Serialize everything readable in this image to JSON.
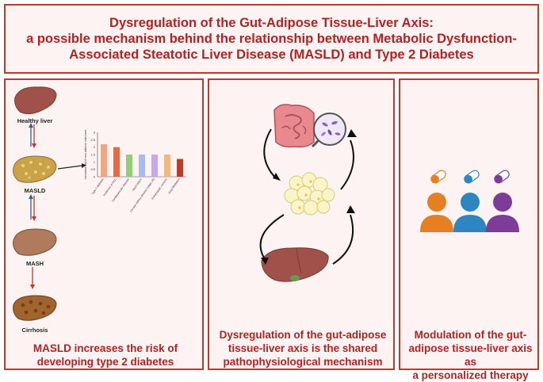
{
  "title": {
    "line1": "Dysregulation of the Gut-Adipose Tissue-Liver Axis:",
    "line2": "a possible mechanism behind the relationship between Metabolic Dysfunction-",
    "line3": "Associated Steatotic Liver Disease (MASLD) and Type 2 Diabetes"
  },
  "panel1": {
    "stages": [
      "Healthy liver",
      "MASLD",
      "MASH",
      "Cirrhosis"
    ],
    "caption_line1": "MASLD increases the risk of",
    "caption_line2": "developing type 2 diabetes"
  },
  "panel2": {
    "caption_line1": "Dysregulation of the gut-adipose",
    "caption_line2": "tissue-liver axis is the shared",
    "caption_line3": "pathophysiological mechanism"
  },
  "panel3": {
    "caption_line1": "Modulation of the gut-",
    "caption_line2": "adipose tissue-liver axis as",
    "caption_line3": "a personalized therapy"
  },
  "colors": {
    "accent": "#c0392b",
    "panel_bg": "#fdf3f3",
    "liver": "#a0524a",
    "fatty_liver": "#c9a24a",
    "person_orange": "#e67e22",
    "person_blue": "#2e86c1",
    "person_purple": "#7d3c98"
  },
  "chart_data": {
    "type": "bar",
    "ylabel": "Increased risk of new adverse outcomes",
    "ylim": [
      0,
      3
    ],
    "yticks": [
      "0",
      "0.5",
      "1",
      "1.5",
      "2",
      "2.5",
      "3"
    ],
    "categories": [
      "Type 2 diabetes",
      "Incidence of HCC",
      "Cardiovascular disease",
      "Heart failure",
      "Chronic kidney disease (stage ≥3)",
      "Extrahepatic cancers",
      "Atrial fibrillation"
    ],
    "values": [
      2.2,
      2.0,
      1.5,
      1.5,
      1.5,
      1.5,
      1.2
    ],
    "bar_colors": [
      "#f4a582",
      "#e8683f",
      "#8fcf77",
      "#aab9f0",
      "#c7a8e8",
      "#f6b87a",
      "#c0392b"
    ]
  }
}
